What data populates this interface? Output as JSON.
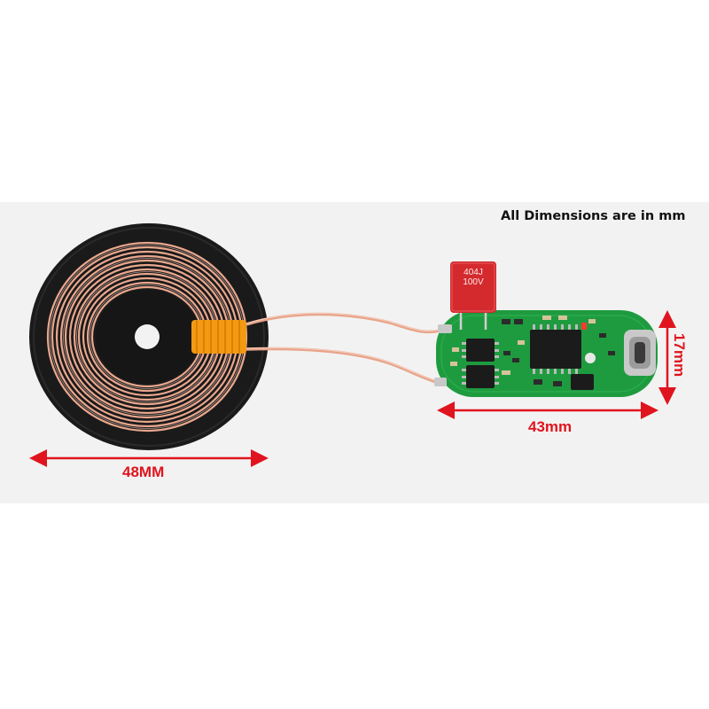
{
  "caption": "All Dimensions are in mm",
  "dimensions": {
    "coil_width": "48MM",
    "board_length": "43mm",
    "board_width": "17mm"
  },
  "capacitor": {
    "line1": "404J",
    "line2": "100V"
  },
  "colors": {
    "dimension_red": "#e0141e",
    "pcb_green": "#1f9b3f",
    "copper": "#e8a48a",
    "coil_base": "#1a1a1a",
    "capacitor_red": "#d42a2e",
    "tape_orange": "#f39a12"
  }
}
